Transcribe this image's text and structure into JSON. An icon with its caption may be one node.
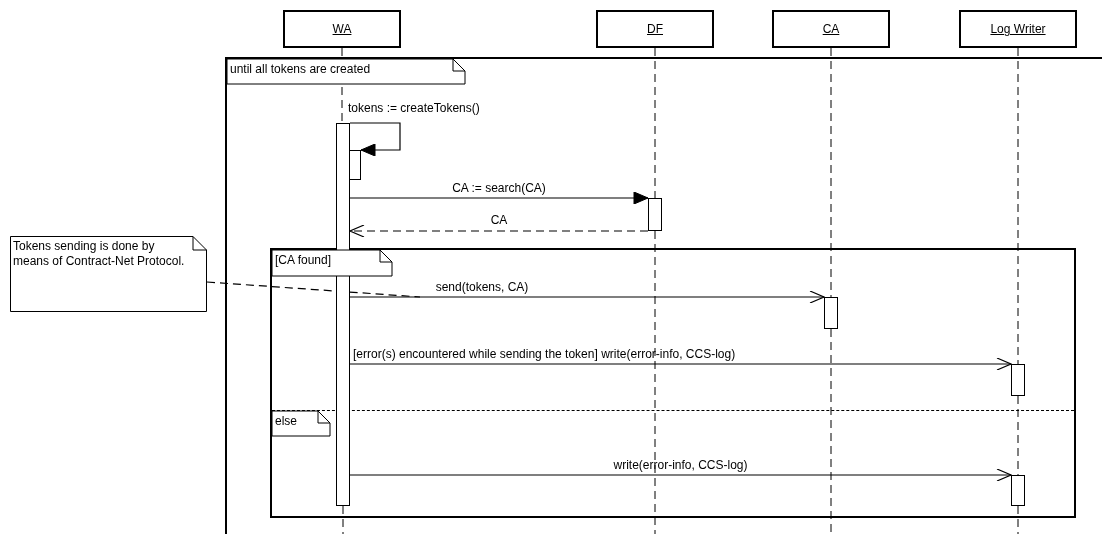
{
  "diagram": {
    "nodes": [
      {
        "text": [
          "WA"
        ]
      },
      {
        "text": [
          "DF"
        ]
      },
      {
        "text": [
          "CA"
        ]
      },
      {
        "text": [
          "Log Writer"
        ]
      },
      {
        "text": [
          "until all tokens are created"
        ]
      },
      {
        "text": [
          "[CA found]",
          "else"
        ],
        "in": 4
      },
      {
        "text": [
          "Tokens sending is done by means of Contract-Net Protocol."
        ]
      },
      {
        "text": [],
        "shape": "bar",
        "in": 4
      },
      {
        "text": [],
        "shape": "bar",
        "in": 4
      },
      {
        "text": [],
        "shape": "bar",
        "in": 4
      },
      {
        "text": [],
        "shape": "bar",
        "in": 5
      },
      {
        "text": [],
        "shape": "bar",
        "in": 5
      },
      {
        "text": [],
        "shape": "bar",
        "in": 5
      }
    ],
    "edges": [
      {
        "from": 7,
        "to": 8,
        "label": "tokens := createTokens()",
        "arrow": "to"
      },
      {
        "from": 7,
        "to": 9,
        "label": "CA := search(CA)",
        "arrow": "to"
      },
      {
        "from": 9,
        "to": 7,
        "label": "CA",
        "arrow": "to",
        "style": "dashed"
      },
      {
        "from": 7,
        "to": 10,
        "label": "send(tokens, CA)",
        "arrow": "to"
      },
      {
        "from": 7,
        "to": 11,
        "label": "[error(s) encountered while sending the token] write(error-info, CCS-log)",
        "arrow": "to"
      },
      {
        "from": 7,
        "to": 12,
        "label": "write(error-info, CCS-log)",
        "arrow": "to"
      },
      {
        "from": 6,
        "to": 5,
        "arrow": "none",
        "style": "dashed"
      },
      {
        "from": 0,
        "to": 7,
        "arrow": "none",
        "style": "dashed"
      },
      {
        "from": 7,
        "to": null,
        "arrow": "none",
        "style": "dashed"
      },
      {
        "from": 1,
        "to": 9,
        "arrow": "none",
        "style": "dashed"
      },
      {
        "from": 9,
        "to": null,
        "arrow": "none",
        "style": "dashed"
      },
      {
        "from": 2,
        "to": 10,
        "arrow": "none",
        "style": "dashed"
      },
      {
        "from": 10,
        "to": null,
        "arrow": "none",
        "style": "dashed"
      },
      {
        "from": 3,
        "to": 11,
        "arrow": "none",
        "style": "dashed"
      },
      {
        "from": 11,
        "to": 12,
        "arrow": "none",
        "style": "dashed"
      },
      {
        "from": 12,
        "to": null,
        "arrow": "none",
        "style": "dashed"
      }
    ]
  }
}
